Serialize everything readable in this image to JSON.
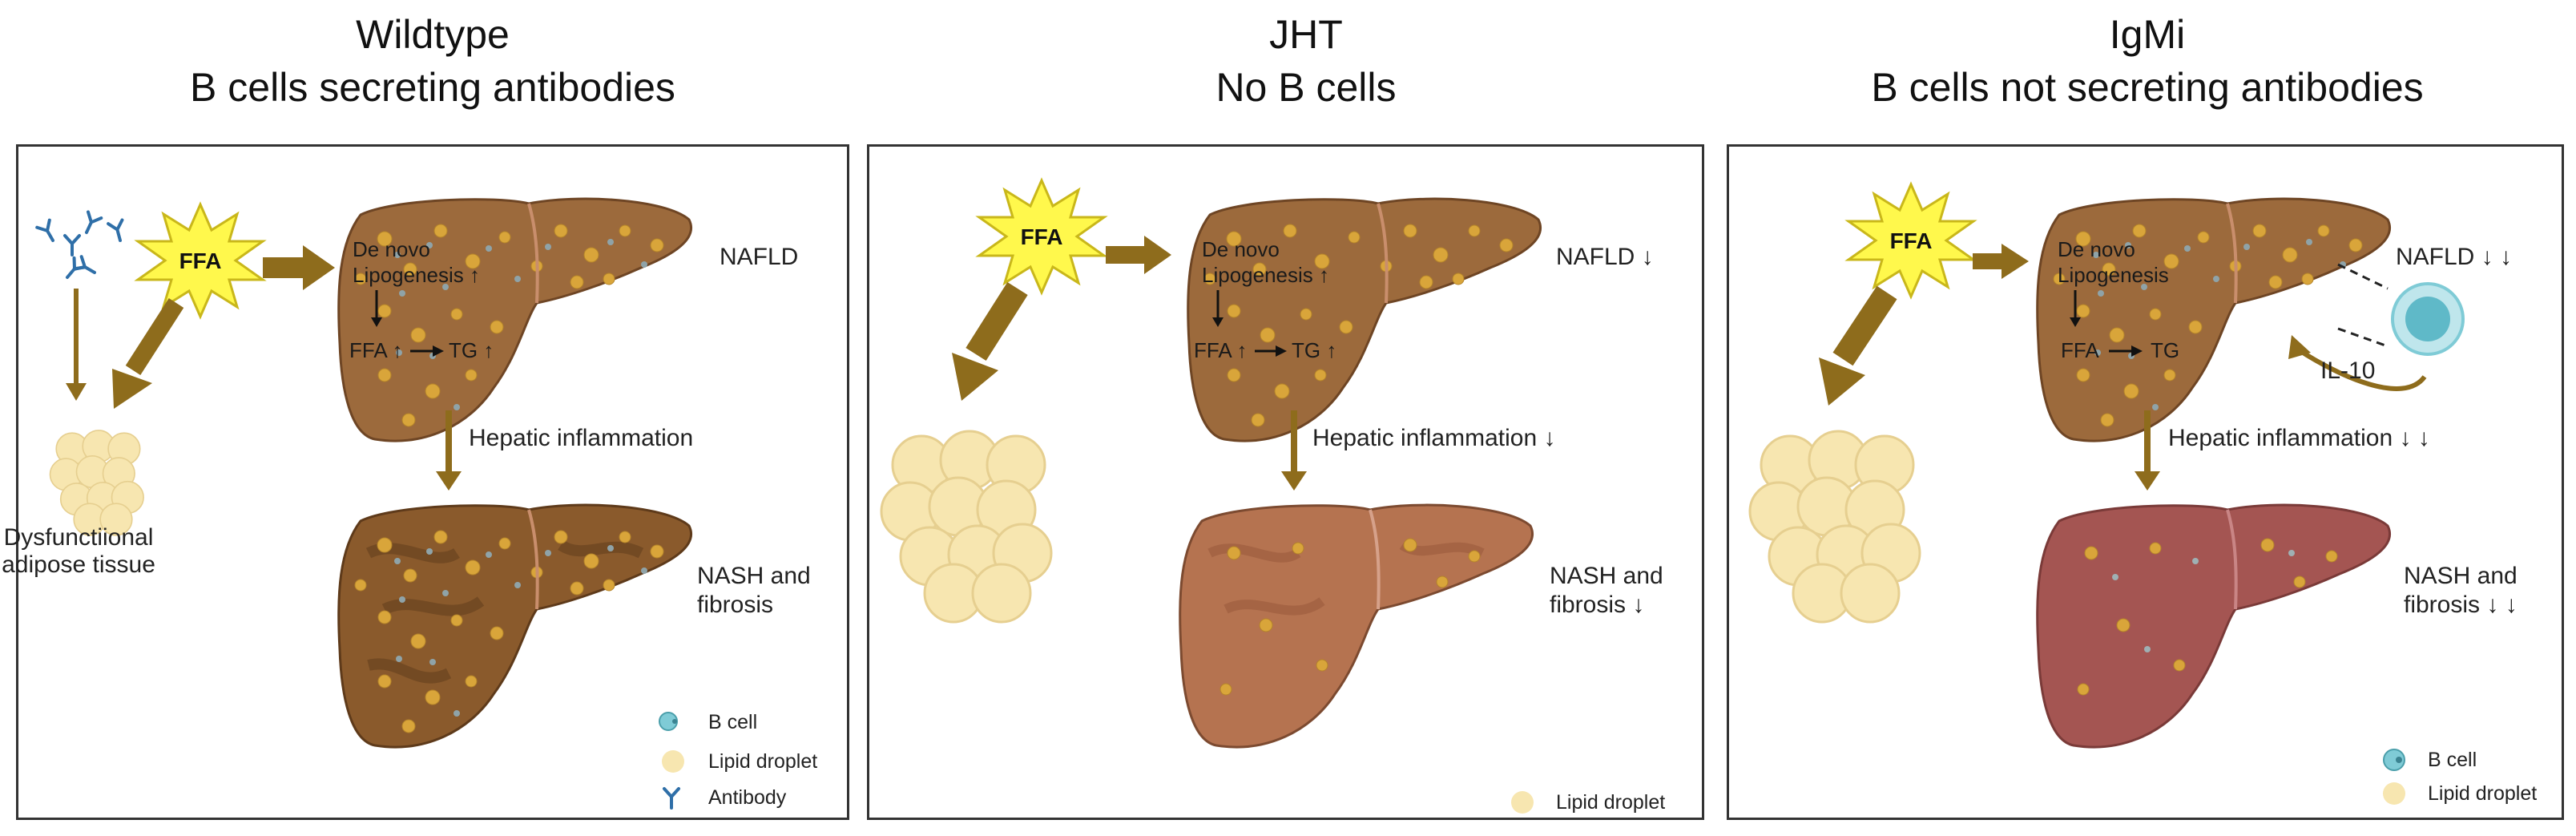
{
  "panels": [
    {
      "title_line1": "Wildtype",
      "title_line2": "B cells secreting antibodies",
      "ffa": "FFA",
      "lipogenesis_1": "De novo",
      "lipogenesis_2": "Lipogenesis ↑",
      "ffa_change": "FFA ↑",
      "tg_change": "TG ↑",
      "nafld": "NAFLD",
      "inflammation": "Hepatic inflammation",
      "nash_1": "NASH and",
      "nash_2": "fibrosis",
      "adipose_1": "Dysfunctiional",
      "adipose_2": "adipose tissue",
      "legend": [
        "B cell",
        "Lipid droplet",
        "Antibody"
      ]
    },
    {
      "title_line1": "JHT",
      "title_line2": "No B cells",
      "ffa": "FFA",
      "lipogenesis_1": "De novo",
      "lipogenesis_2": "Lipogenesis ↑",
      "ffa_change": "FFA ↑",
      "tg_change": "TG ↑",
      "nafld": "NAFLD ↓",
      "inflammation": "Hepatic inflammation ↓",
      "nash_1": "NASH and",
      "nash_2": "fibrosis ↓",
      "legend": [
        "Lipid droplet"
      ]
    },
    {
      "title_line1": "IgMi",
      "title_line2": "B cells not secreting antibodies",
      "ffa": "FFA",
      "lipogenesis_1": "De novo",
      "lipogenesis_2": "Lipogenesis",
      "ffa_change": "FFA",
      "tg_change": "TG",
      "nafld": "NAFLD ↓ ↓",
      "il10": "IL-10",
      "inflammation": "Hepatic inflammation ↓ ↓",
      "nash_1": "NASH and",
      "nash_2": "fibrosis ↓ ↓",
      "legend": [
        "B cell",
        "Lipid droplet"
      ]
    }
  ],
  "colors": {
    "arrow": "#8e6c1c",
    "liver_top": "#9c6a3c",
    "liver_nash_wt": "#8a5a2c",
    "liver_nash_jht": "#b57350",
    "liver_nash_igmi": "#a45552",
    "lipid": "#f7e6b0",
    "droplet": "#d9a53a",
    "bcell": "#7fcbd6",
    "antibody": "#2f6fa8"
  }
}
